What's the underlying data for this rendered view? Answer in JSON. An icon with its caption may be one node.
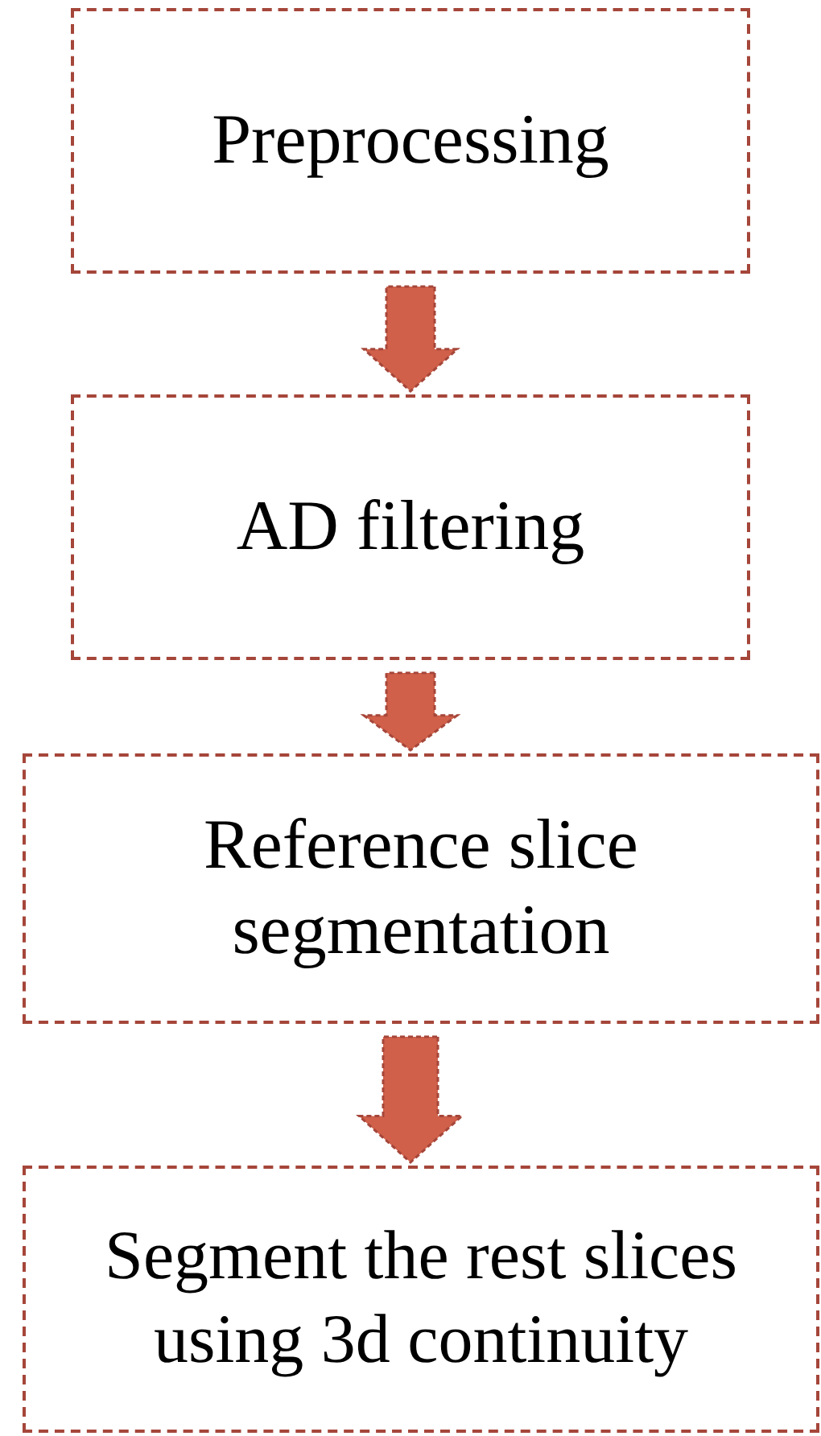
{
  "diagram": {
    "nodes": [
      {
        "text": [
          "Preprocessing"
        ]
      },
      {
        "text": [
          "AD filtering"
        ]
      },
      {
        "text": [
          "Reference slice segmentation"
        ]
      },
      {
        "text": [
          "Segment the rest slices using 3d continuity"
        ]
      }
    ],
    "edges": [
      {
        "from": 0,
        "to": 1,
        "arrow": "to"
      },
      {
        "from": 1,
        "to": 2,
        "arrow": "to"
      },
      {
        "from": 2,
        "to": 3,
        "arrow": "to"
      }
    ]
  }
}
